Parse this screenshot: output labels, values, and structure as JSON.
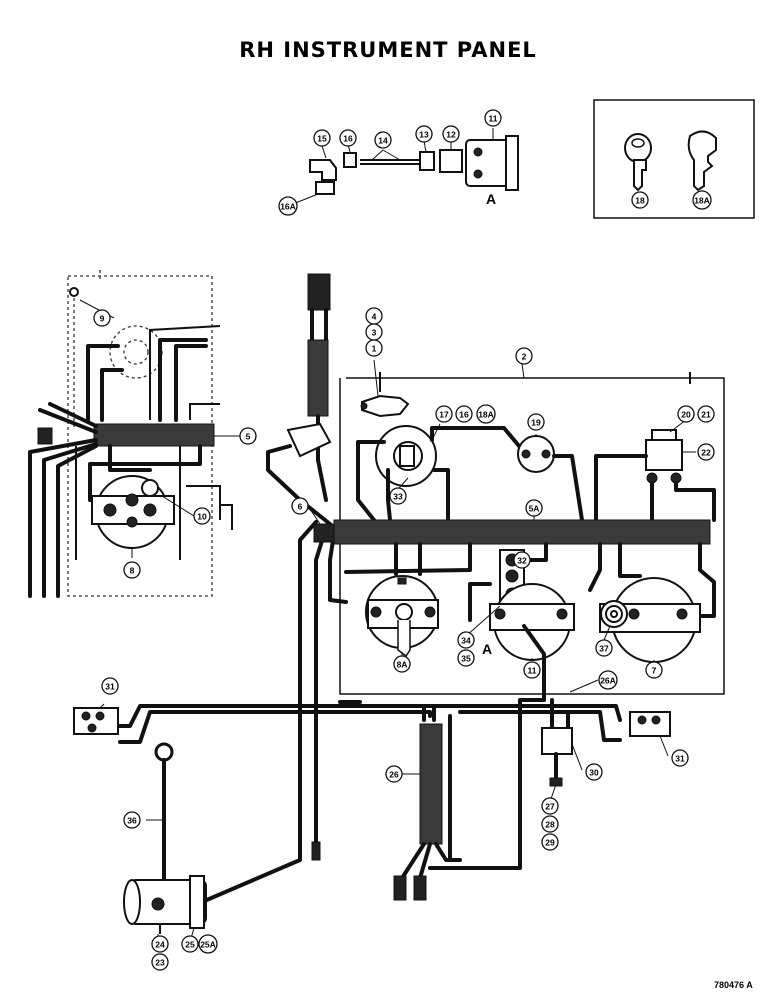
{
  "title": "RH INSTRUMENT PANEL",
  "drawing_code": "780476 A",
  "view_letters": [
    "A",
    "A"
  ],
  "callouts": [
    "11",
    "12",
    "13",
    "14",
    "15",
    "16",
    "16A",
    "18",
    "18A",
    "9",
    "5",
    "10",
    "8",
    "4",
    "3",
    "1",
    "2",
    "17",
    "16",
    "18A",
    "19",
    "20",
    "21",
    "22",
    "33",
    "6",
    "5A",
    "32",
    "34",
    "35",
    "8A",
    "11",
    "37",
    "7",
    "26A",
    "31",
    "31",
    "26",
    "30",
    "27",
    "28",
    "29",
    "36",
    "24",
    "23",
    "25",
    "25A"
  ]
}
